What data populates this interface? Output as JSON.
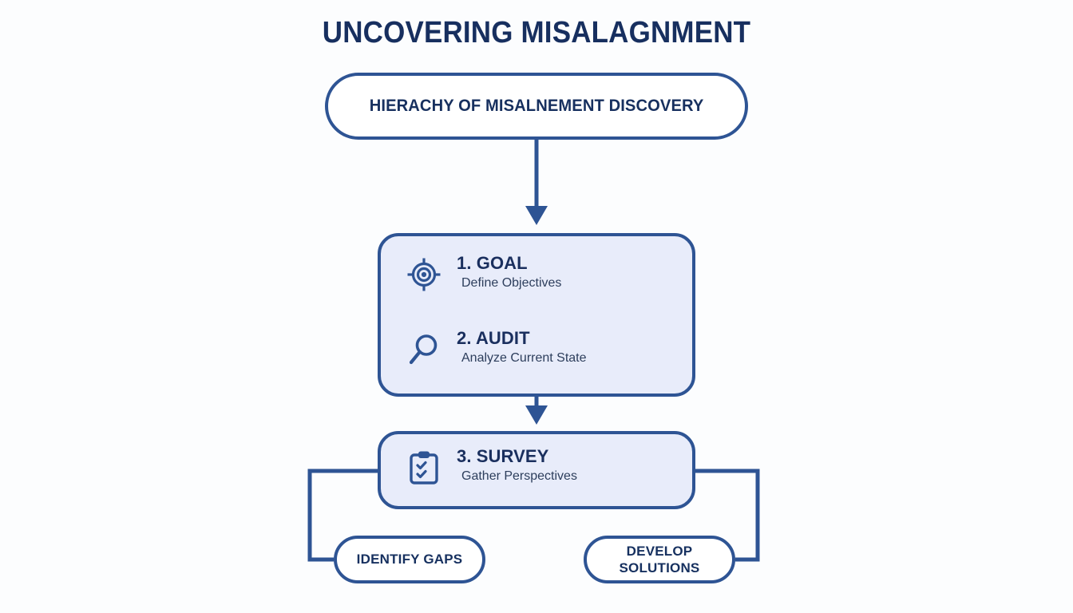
{
  "page": {
    "title": "UNCOVERING MISALAGNMENT",
    "background_color": "#fcfdfe",
    "accent_color": "#2e5494",
    "card_fill_color": "#e8ecfa",
    "heading_text_color": "#1a2f5e"
  },
  "subtitle": {
    "label": "HIERACHY OF MISALNEMENT DISCOVERY"
  },
  "steps": [
    {
      "icon": "target-icon",
      "title": "1. GOAL",
      "subtitle": "Define Objectives"
    },
    {
      "icon": "magnifier-icon",
      "title": "2. AUDIT",
      "subtitle": "Analyze Current State"
    },
    {
      "icon": "clipboard-check-icon",
      "title": "3. SURVEY",
      "subtitle": "Gather Perspectives"
    }
  ],
  "outcomes": [
    {
      "label": "IDENTIFY GAPS"
    },
    {
      "label": "DEVELOP\nSOLUTIONS",
      "line1": "DEVELOP",
      "line2": "SOLUTIONS"
    }
  ]
}
